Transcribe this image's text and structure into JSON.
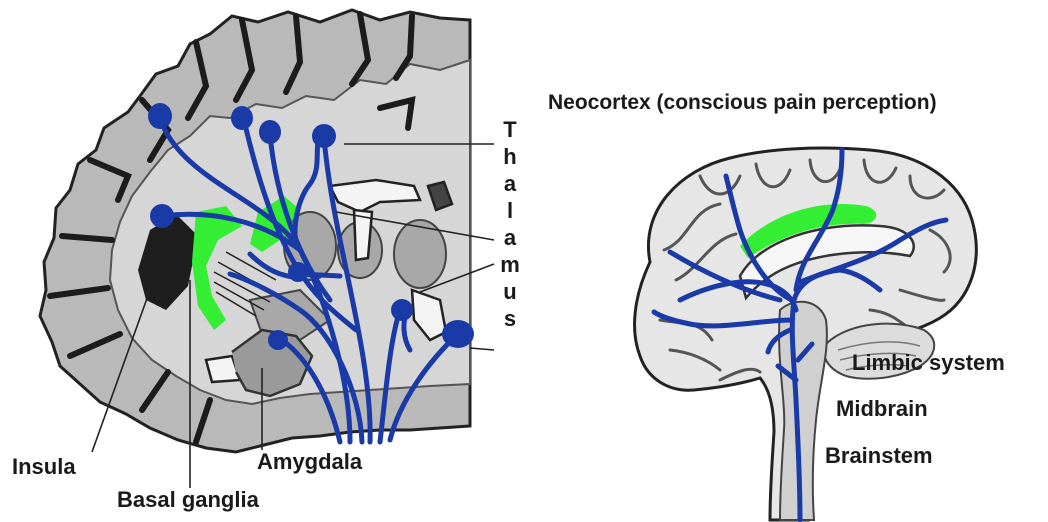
{
  "labels": {
    "neocortex": "Neocortex (conscious pain perception)",
    "limbic_system": "Limbic system",
    "midbrain": "Midbrain",
    "brainstem": "Brainstem",
    "insula": "Insula",
    "basal_ganglia": "Basal ganglia",
    "amygdala": "Amygdala",
    "thalamus_letters": [
      "T",
      "h",
      "a",
      "l",
      "a",
      "m",
      "u",
      "s"
    ]
  },
  "colors": {
    "pathway": "#1a3aa8",
    "highlight": "#33ee33",
    "cortex_fill": "#b9b9b9",
    "white_matter": "#e2e2e2",
    "outline": "#222222"
  }
}
